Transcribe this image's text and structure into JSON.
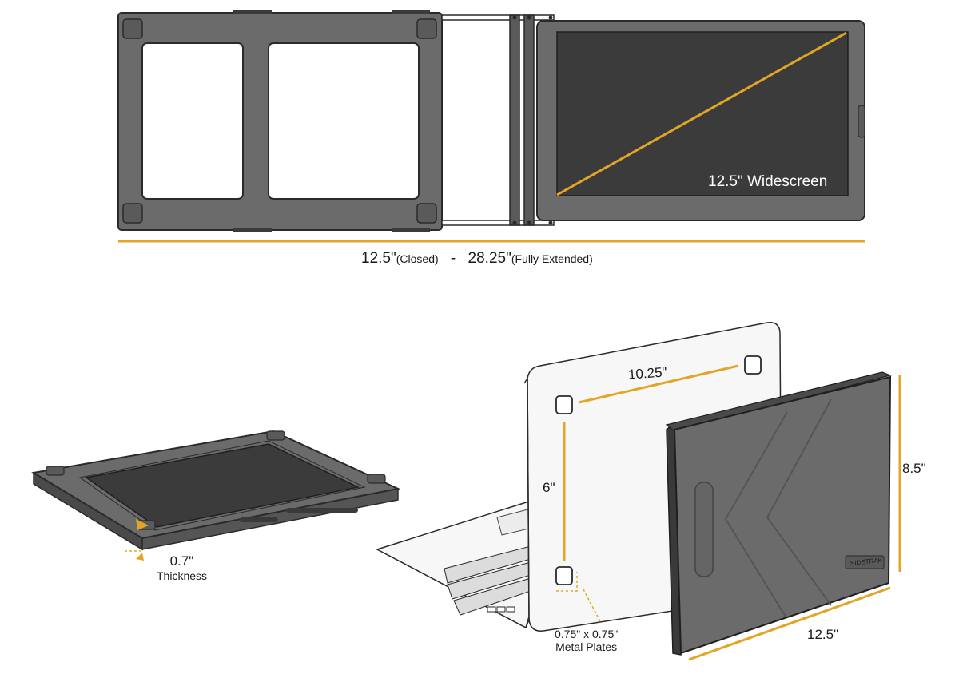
{
  "colors": {
    "accent": "#e3a525",
    "frame": "#6b6b6b",
    "frame_dark": "#4a4a4a",
    "screen": "#3b3b3b",
    "laptop": "#f7f7f7",
    "outline": "#2a2a2a"
  },
  "top_view": {
    "screen_label": "12.5\" Widescreen",
    "width_closed_value": "12.5\"",
    "width_closed_note": "(Closed)",
    "separator": "-",
    "width_open_value": "28.25\"",
    "width_open_note": "(Fully Extended)"
  },
  "flat_view": {
    "thickness_value": "0.7\"",
    "thickness_label": "Thickness"
  },
  "laptop_view": {
    "plate_spacing_horizontal": "10.25\"",
    "plate_spacing_vertical": "6\"",
    "plate_size_line1": "0.75\" x 0.75\"",
    "plate_size_line2": "Metal Plates",
    "monitor_height": "8.5\"",
    "monitor_width": "12.5\"",
    "logo_text": "SIDETRAK"
  }
}
